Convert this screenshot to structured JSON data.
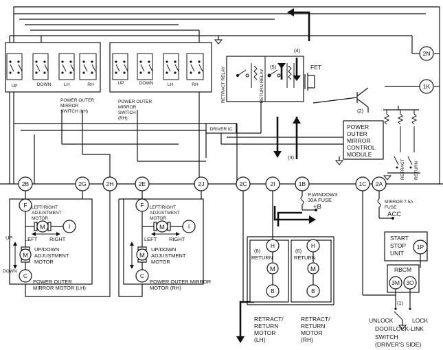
{
  "connectors": {
    "c2n": "2N",
    "c1k": "1K",
    "c2b": "2B",
    "c2g": "2G",
    "c2h": "2H",
    "c2e": "2E",
    "c2j": "2J",
    "c2c": "2C",
    "c2i": "2I",
    "c1b": "1B",
    "c1c": "1C",
    "c2a": "2A",
    "cF_lh": "F",
    "cI_lh": "I",
    "cC_lh": "C",
    "cF_rh": "F",
    "cI_rh": "I",
    "cC_rh": "C",
    "cH_lh": "H",
    "cB_lh": "B",
    "cH_rh": "H",
    "cB_rh": "B",
    "c1p": "1P",
    "c3m": "3M",
    "c3o": "3O"
  },
  "switch_lh": {
    "up": "UP",
    "down": "DOWN",
    "lh": "LH",
    "rh": "RH",
    "label": [
      "POWER OUTER",
      "MIRROR",
      "SWITCH (LH)"
    ]
  },
  "switch_rh": {
    "up": "UP",
    "down": "DOWN",
    "lh": "LH",
    "rh": "RH",
    "label": [
      "POWER OUTER",
      "MIRROR",
      "SWITCH",
      "(RH)"
    ]
  },
  "relays": {
    "retract": "RETRACT RELAY",
    "return": "RETURN RELAY"
  },
  "fet": "FET",
  "driver_ic": "DRIVER IC",
  "control_module": [
    "POWER",
    "OUTER",
    "MIRROR",
    "CONTROL",
    "MODULE"
  ],
  "module_switches": {
    "retract": "RETRACT",
    "return": "RETURN"
  },
  "markers": {
    "m1": "(1)",
    "m2": "(2)",
    "m3": "(3)",
    "m4": "(4)",
    "m5": "(5)",
    "m6a": "(6)",
    "m6b": "(6)"
  },
  "fuse_pwindow": [
    "P.WINDOW3",
    "30A FUSE"
  ],
  "plus_b": "+B",
  "fuse_mirror": [
    "MIRROR 7.5A",
    "FUSE"
  ],
  "acc": "ACC",
  "mirror_lh": {
    "lr_motor": [
      "LEFT/RIGHT",
      "ADJUSTMENT",
      "MOTOR"
    ],
    "left": "LEFT",
    "right": "RIGHT",
    "up": "UP",
    "down": "DOWN",
    "ud_motor": [
      "UP/DOWN",
      "ADJUSTMENT",
      "MOTOR"
    ],
    "title": [
      "POWER OUTER",
      "MIRROR MOTOR (LH)"
    ]
  },
  "mirror_rh": {
    "lr_motor": [
      "LEFT/RIGHT",
      "ADJUSTMENT",
      "MOTOR"
    ],
    "left": "LEFT",
    "right": "RIGHT",
    "ud_motor": [
      "UP/DOWN",
      "ADJUSTMENT",
      "MOTOR"
    ],
    "title": [
      "POWER OUTER MIRROR",
      "MOTOR (RH)"
    ]
  },
  "motor_glyph": "M",
  "retract_return": {
    "return_lh": "RETURN",
    "return_rh": "RETURN",
    "label_lh": [
      "RETRACT/",
      "RETURN",
      "MOTOR",
      "(LH)"
    ],
    "label_rh": [
      "RETRACT/",
      "RETURN",
      "MOTOR",
      "(RH)"
    ]
  },
  "start_stop": [
    "START",
    "STOP",
    "UNIT"
  ],
  "rbcm": "RBCM",
  "door_switch": {
    "unlock": "UNLOCK",
    "lock": "LOCK",
    "label": [
      "DOOR",
      "LOCK-LINK",
      "SWITCH",
      "(DRIVER'S SIDE)"
    ]
  }
}
